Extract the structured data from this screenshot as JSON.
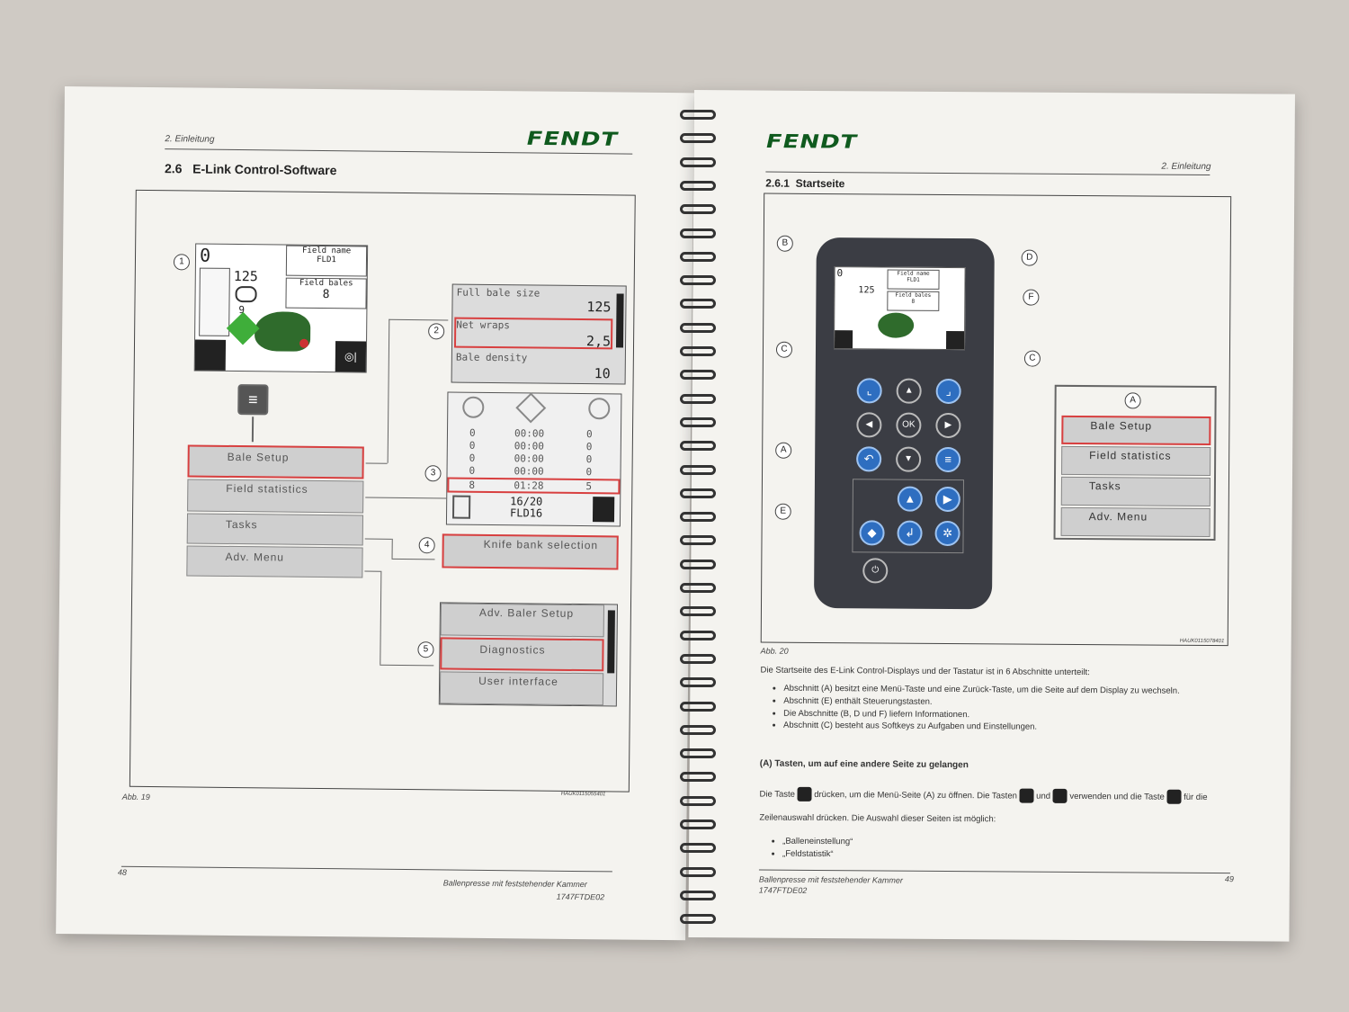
{
  "left_page": {
    "header": {
      "chapter": "2. Einleitung",
      "logo": "FENDT"
    },
    "section": {
      "number": "2.6",
      "title": "E-Link Control-Software"
    },
    "main_screen": {
      "value0": "0",
      "value125": "125",
      "value9": "9",
      "field_name_label": "Field name",
      "field_name_value": "FLD1",
      "field_bales_label": "Field bales",
      "field_bales_value": "8"
    },
    "menu": [
      {
        "label": "Bale Setup"
      },
      {
        "label": "Field statistics"
      },
      {
        "label": "Tasks"
      },
      {
        "label": "Adv. Menu"
      }
    ],
    "callouts": [
      "1",
      "2",
      "3",
      "4",
      "5"
    ],
    "bale_setup": [
      {
        "label": "Full bale size",
        "value": "125"
      },
      {
        "label": "Net wraps",
        "value": "2,5"
      },
      {
        "label": "Bale density",
        "value": "10"
      }
    ],
    "stats": {
      "rows": [
        [
          "0",
          "00:00",
          "0"
        ],
        [
          "0",
          "00:00",
          "0"
        ],
        [
          "0",
          "00:00",
          "0"
        ],
        [
          "0",
          "00:00",
          "0"
        ],
        [
          "8",
          "01:28",
          "5"
        ]
      ],
      "count": "16/20",
      "field": "FLD16"
    },
    "tasks": {
      "label": "Knife bank selection"
    },
    "adv_menu": [
      {
        "label": "Adv. Baler Setup"
      },
      {
        "label": "Diagnostics"
      },
      {
        "label": "User interface"
      }
    ],
    "figure_caption": "Abb. 19",
    "figure_id": "HAUK0115055401",
    "footer": {
      "page": "48",
      "title": "Ballenpresse mit feststehender Kammer",
      "code": "1747FTDE02"
    }
  },
  "right_page": {
    "header": {
      "logo": "FENDT",
      "chapter": "2. Einleitung"
    },
    "section": {
      "number": "2.6.1",
      "title": "Startseite"
    },
    "device_screen": {
      "value0": "0",
      "value125": "125",
      "field_name_label": "Field name",
      "field_name_value": "FLD1",
      "field_bales_label": "Field bales",
      "field_bales_value": "8"
    },
    "callouts": [
      "B",
      "D",
      "F",
      "C",
      "C",
      "A",
      "E"
    ],
    "keys": {
      "ok": "OK"
    },
    "menu_box": {
      "callout": "A",
      "items": [
        {
          "label": "Bale Setup"
        },
        {
          "label": "Field statistics"
        },
        {
          "label": "Tasks"
        },
        {
          "label": "Adv. Menu"
        }
      ]
    },
    "figure_caption": "Abb. 20",
    "figure_id": "HAUK0115078401",
    "intro": "Die Startseite des E-Link Control-Displays und der Tastatur ist in 6 Abschnitte unterteilt:",
    "bullets": [
      "Abschnitt (A) besitzt eine Menü-Taste und eine Zurück-Taste, um die Seite auf dem Display zu wechseln.",
      "Abschnitt (E) enthält Steuerungstasten.",
      "Die Abschnitte (B, D und F) liefern Informationen.",
      "Abschnitt (C) besteht aus Softkeys zu Aufgaben und Einstellungen."
    ],
    "subheading": "(A) Tasten, um auf eine andere Seite zu gelangen",
    "para_parts": [
      "Die Taste",
      "drücken, um die Menü-Seite (A) zu öffnen. Die Tasten",
      "und",
      "verwenden und die Taste",
      "für die Zeilenauswahl drücken. Die Auswahl dieser Seiten ist möglich:"
    ],
    "list2": [
      "„Balleneinstellung“",
      "„Feldstatistik“"
    ],
    "footer": {
      "page": "49",
      "title": "Ballenpresse mit feststehender Kammer",
      "code": "1747FTDE02"
    }
  }
}
